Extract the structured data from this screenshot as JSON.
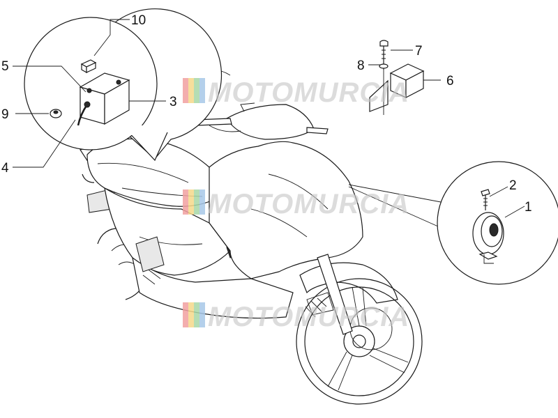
{
  "callouts": [
    {
      "id": "1",
      "label": "1"
    },
    {
      "id": "2",
      "label": "2"
    },
    {
      "id": "3",
      "label": "3"
    },
    {
      "id": "4",
      "label": "4"
    },
    {
      "id": "5",
      "label": "5"
    },
    {
      "id": "6",
      "label": "6"
    },
    {
      "id": "7",
      "label": "7"
    },
    {
      "id": "8",
      "label": "8"
    },
    {
      "id": "9",
      "label": "9"
    },
    {
      "id": "10",
      "label": "10"
    }
  ],
  "watermark": {
    "text": "MOTOMURCIA",
    "stripe_colors": [
      "#f2a0a0",
      "#f5d98a",
      "#a8d8a8",
      "#a8c8e8"
    ]
  }
}
